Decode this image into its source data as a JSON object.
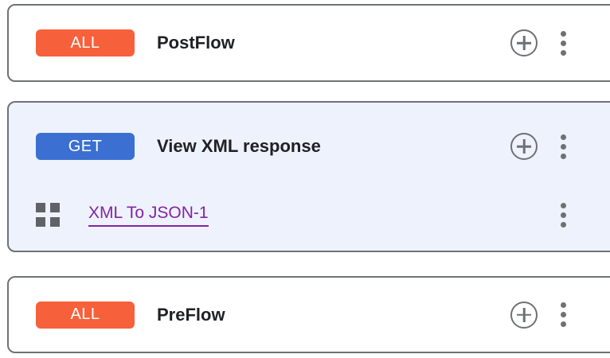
{
  "colors": {
    "all_badge": "#F6613B",
    "get_badge": "#3B6FD2",
    "selected_card_bg": "#EEF2FC",
    "card_border": "#6F7276",
    "icon_gray": "#6E7073",
    "grid_gray": "#5F6368",
    "link_purple": "#8224A6",
    "title_text": "#202124"
  },
  "icons": {
    "add": "plus-circle-icon",
    "menu": "kebab-menu-icon",
    "policy": "grid-icon"
  },
  "cards": [
    {
      "badge": "ALL",
      "badge_style": "all",
      "title": "PostFlow",
      "selected": false
    },
    {
      "badge": "GET",
      "badge_style": "get",
      "title": "View XML response",
      "selected": true,
      "policies": [
        {
          "name": "XML To JSON-1"
        }
      ]
    },
    {
      "badge": "ALL",
      "badge_style": "all",
      "title": "PreFlow",
      "selected": false
    }
  ]
}
